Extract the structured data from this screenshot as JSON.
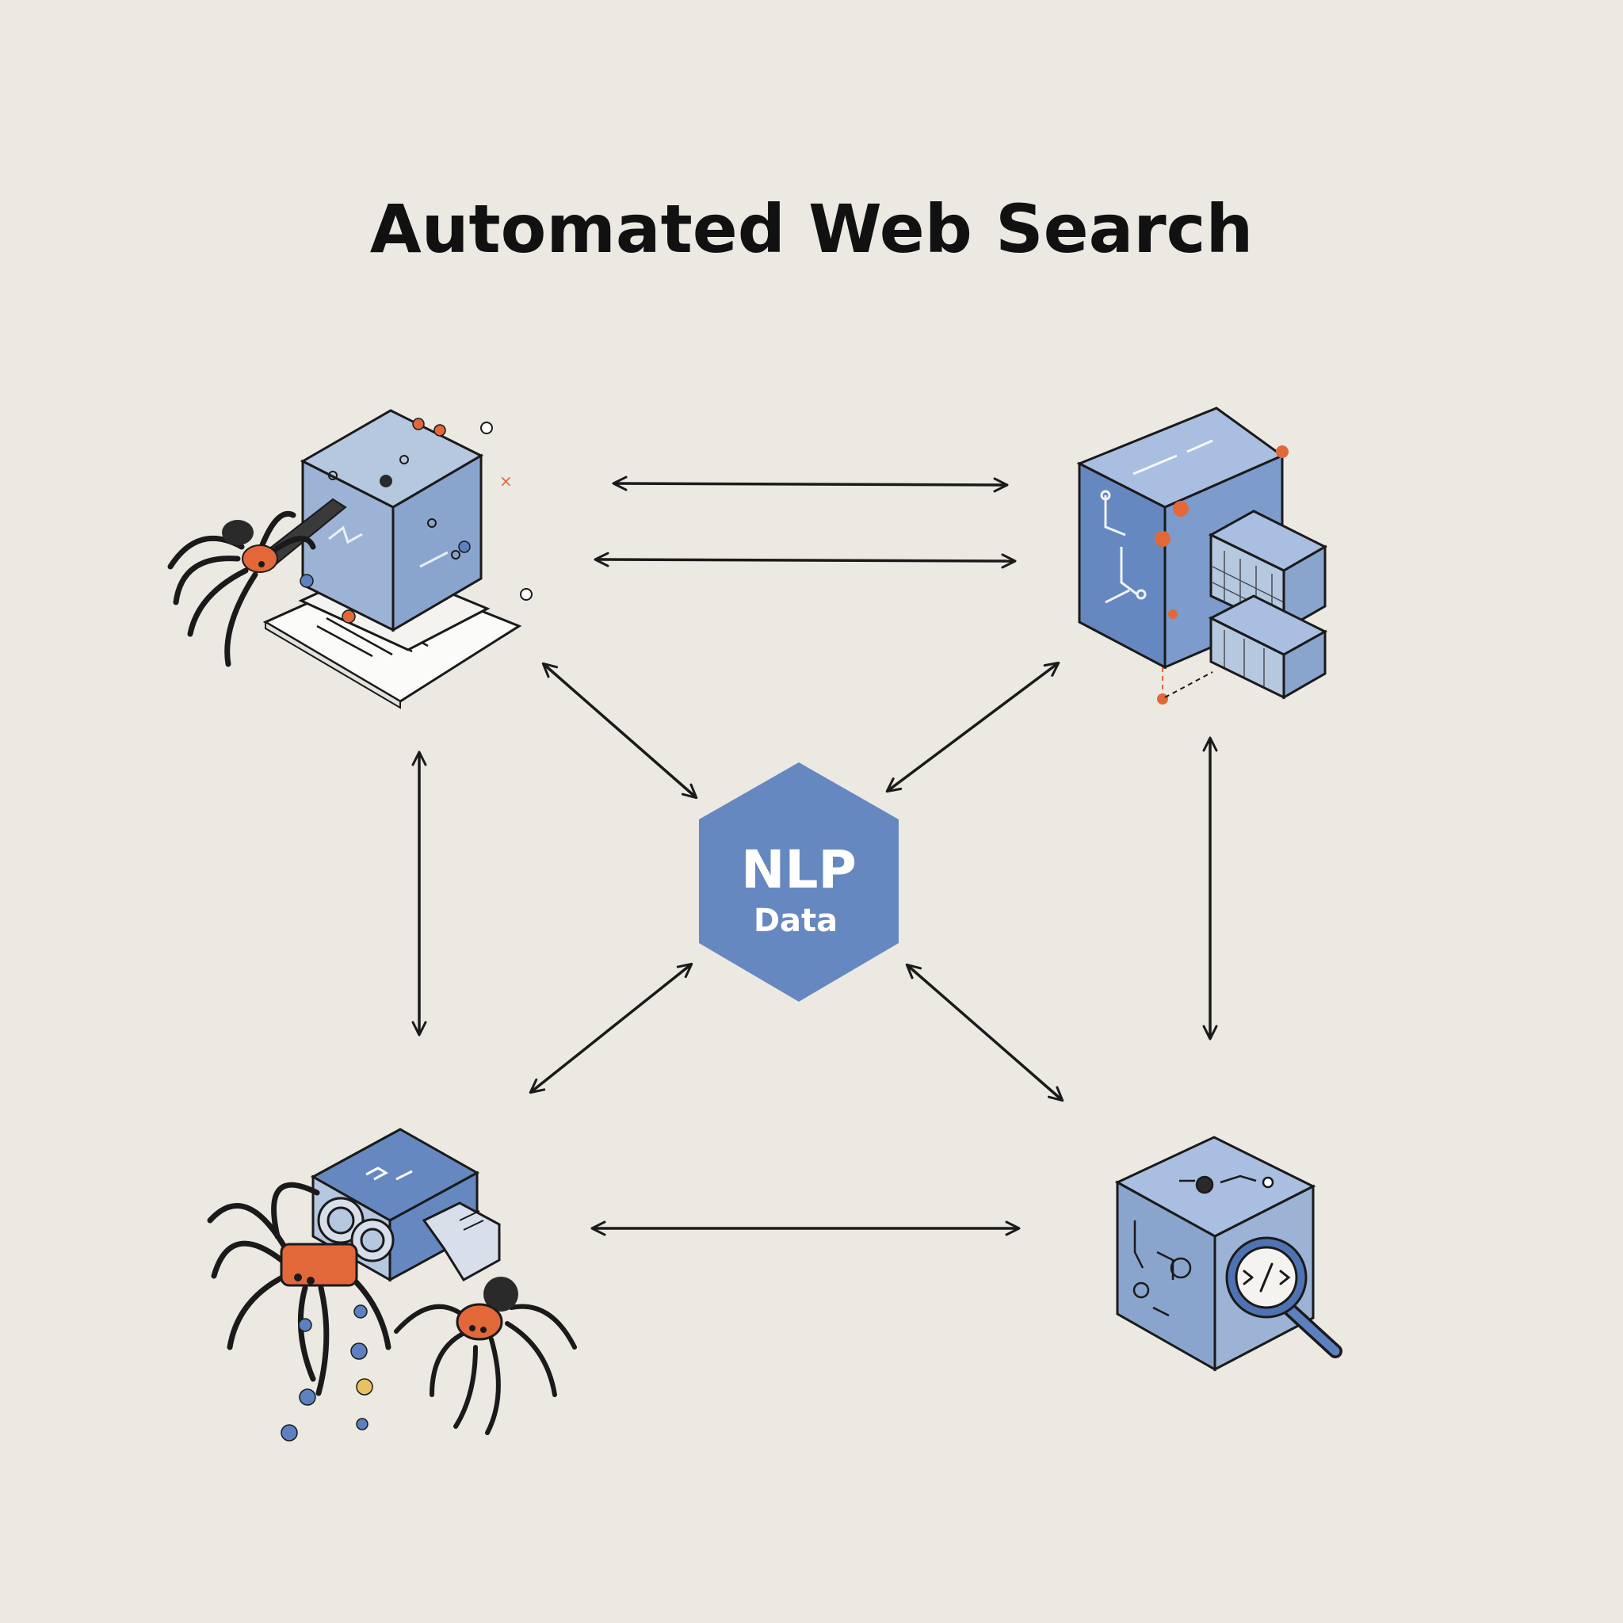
{
  "diagram": {
    "title": "Automated Web Search",
    "center_node": {
      "label_main": "NLP",
      "label_sub": "Data"
    },
    "nodes": [
      {
        "id": "crawler-top-left",
        "icon": "spider-crawler-cube-icon"
      },
      {
        "id": "data-store-top-right",
        "icon": "circuit-server-cube-icon"
      },
      {
        "id": "crawler-bottom-left",
        "icon": "spiders-machine-icon"
      },
      {
        "id": "search-cube-bottom-right",
        "icon": "magnifier-code-cube-icon"
      }
    ],
    "connections": [
      {
        "from": "crawler-top-left",
        "to": "data-store-top-right",
        "direction": "bidirectional"
      },
      {
        "from": "crawler-top-left",
        "to": "data-store-top-right",
        "direction": "bidirectional"
      },
      {
        "from": "crawler-top-left",
        "to": "crawler-bottom-left",
        "direction": "bidirectional"
      },
      {
        "from": "data-store-top-right",
        "to": "search-cube-bottom-right",
        "direction": "bidirectional"
      },
      {
        "from": "crawler-bottom-left",
        "to": "search-cube-bottom-right",
        "direction": "bidirectional"
      },
      {
        "from": "crawler-top-left",
        "to": "center",
        "direction": "bidirectional"
      },
      {
        "from": "data-store-top-right",
        "to": "center",
        "direction": "bidirectional"
      },
      {
        "from": "crawler-bottom-left",
        "to": "center",
        "direction": "bidirectional"
      },
      {
        "from": "search-cube-bottom-right",
        "to": "center",
        "direction": "bidirectional"
      }
    ],
    "colors": {
      "background": "#ece9e2",
      "blue": "#6688c0",
      "light_blue": "#b4c6e0",
      "orange": "#e2683a",
      "ink": "#1a1a1a"
    }
  }
}
